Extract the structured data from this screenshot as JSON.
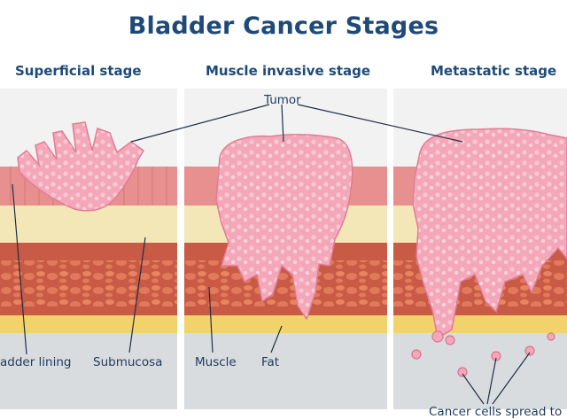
{
  "title": "Bladder Cancer Stages",
  "stages": [
    {
      "label": "Superficial stage"
    },
    {
      "label": "Muscle invasive stage"
    },
    {
      "label": "Metastatic stage"
    }
  ],
  "labels": {
    "tumor": "Tumor",
    "bladder_lining": "adder lining",
    "submucosa": "Submucosa",
    "muscle": "Muscle",
    "fat": "Fat",
    "spread": "Cancer cells spread to"
  },
  "colors": {
    "title": "#1e4a7a",
    "tumor": "#f4a7b9",
    "lining": "#e8908f",
    "submucosa": "#f3e7b8",
    "muscle": "#c95a45",
    "fat": "#f2d36b",
    "bottom": "#d9dcdf"
  }
}
